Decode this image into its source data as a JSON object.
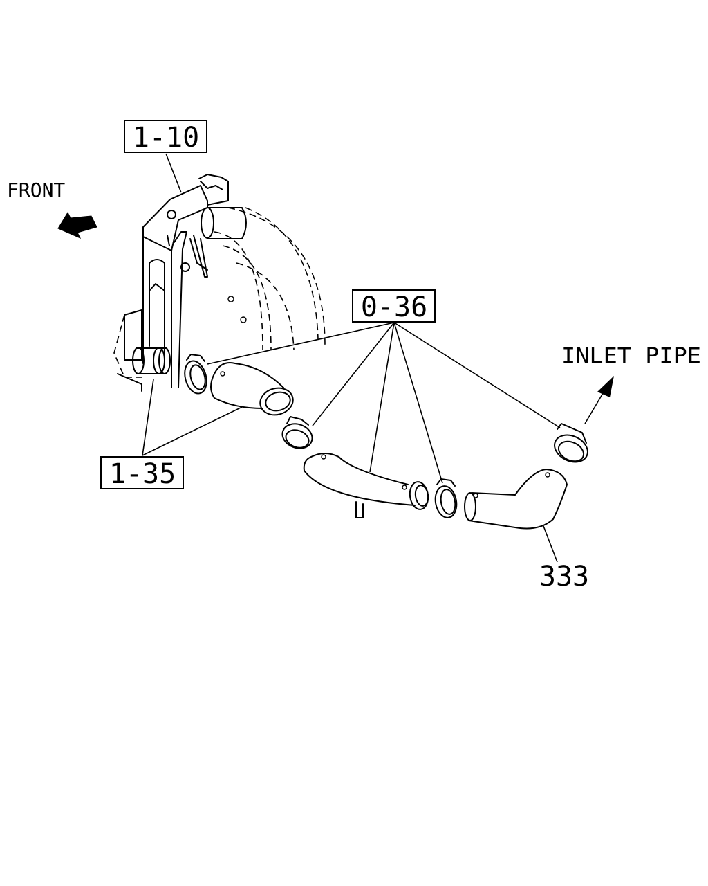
{
  "labels": {
    "front": "FRONT",
    "inlet_pipe": "INLET PIPE",
    "ref_1_10": "1-10",
    "ref_0_36": "0-36",
    "ref_1_35": "1-35",
    "part_333": "333"
  }
}
